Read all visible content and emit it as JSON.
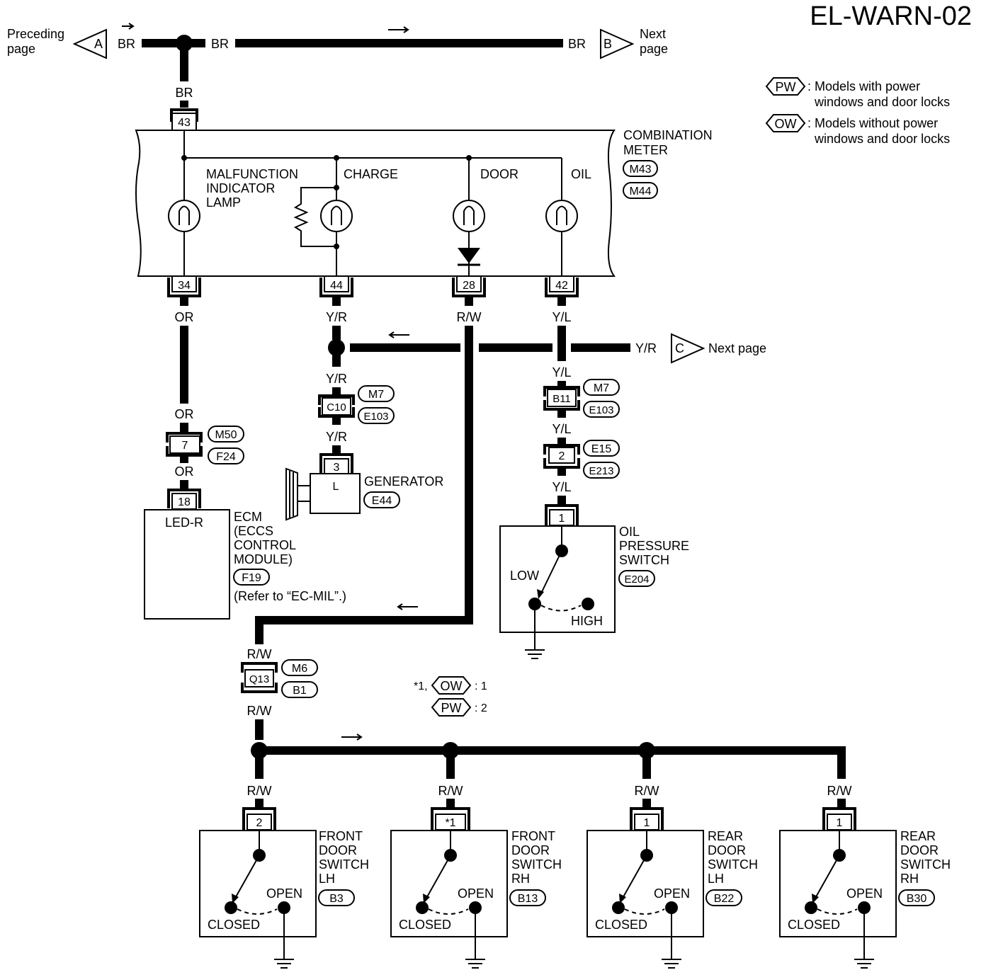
{
  "page": {
    "title": "EL-WARN-02"
  },
  "refs": {
    "preceding_page": [
      "Preceding",
      "page"
    ],
    "next_page": [
      "Next",
      "page"
    ],
    "next_page_c": "Next page",
    "A": "A",
    "B": "B",
    "C": "C"
  },
  "legend": {
    "pw_tag": "PW",
    "pw_text": [
      ": Models with power",
      "windows and door locks"
    ],
    "ow_tag": "OW",
    "ow_text": [
      ": Models without power",
      "windows and door locks"
    ]
  },
  "footnote": {
    "star": "*1,",
    "ow_tag": "OW",
    "ow_val": ": 1",
    "pw_tag": "PW",
    "pw_val": ": 2"
  },
  "colors": {
    "wire": "#000000",
    "background": "#ffffff"
  },
  "wires": {
    "br": "BR",
    "or": "OR",
    "yr": "Y/R",
    "rw": "R/W",
    "yl": "Y/L"
  },
  "meter": {
    "name": [
      "COMBINATION",
      "METER"
    ],
    "connectors": [
      "M43",
      "M44"
    ],
    "pin_in": "43",
    "pins": [
      "34",
      "44",
      "28",
      "42"
    ],
    "mil": [
      "MALFUNCTION",
      "INDICATOR",
      "LAMP"
    ],
    "charge": "CHARGE",
    "door": "DOOR",
    "oil": "OIL"
  },
  "ecm": {
    "pin": "18",
    "terminal": "LED-R",
    "name": [
      "ECM",
      "(ECCS",
      "CONTROL",
      "MODULE)"
    ],
    "connector": "F19",
    "note": "(Refer to “EC-MIL”.)"
  },
  "jc_mil": {
    "pin": "7",
    "tags": [
      "M50",
      "F24"
    ]
  },
  "generator": {
    "pin": "3",
    "terminal": "L",
    "name": "GENERATOR",
    "connector": "E44"
  },
  "jc_charge": {
    "pin": "C10",
    "tags": [
      "M7",
      "E103"
    ]
  },
  "jc_oil_1": {
    "pin": "B11",
    "tags": [
      "M7",
      "E103"
    ]
  },
  "jc_oil_2": {
    "pin": "2",
    "tags": [
      "E15",
      "E213"
    ]
  },
  "oil_switch": {
    "pin": "1",
    "name": [
      "OIL",
      "PRESSURE",
      "SWITCH"
    ],
    "connector": "E204",
    "low": "LOW",
    "high": "HIGH"
  },
  "jc_door": {
    "pin": "Q13",
    "tags": [
      "M6",
      "B1"
    ]
  },
  "door_switches": [
    {
      "pin": "2",
      "name": [
        "FRONT",
        "DOOR",
        "SWITCH",
        "LH"
      ],
      "connector": "B3"
    },
    {
      "pin": "*1",
      "name": [
        "FRONT",
        "DOOR",
        "SWITCH",
        "RH"
      ],
      "connector": "B13"
    },
    {
      "pin": "1",
      "name": [
        "REAR",
        "DOOR",
        "SWITCH",
        "LH"
      ],
      "connector": "B22"
    },
    {
      "pin": "1",
      "name": [
        "REAR",
        "DOOR",
        "SWITCH",
        "RH"
      ],
      "connector": "B30"
    }
  ],
  "switch_labels": {
    "open": "OPEN",
    "closed": "CLOSED"
  }
}
